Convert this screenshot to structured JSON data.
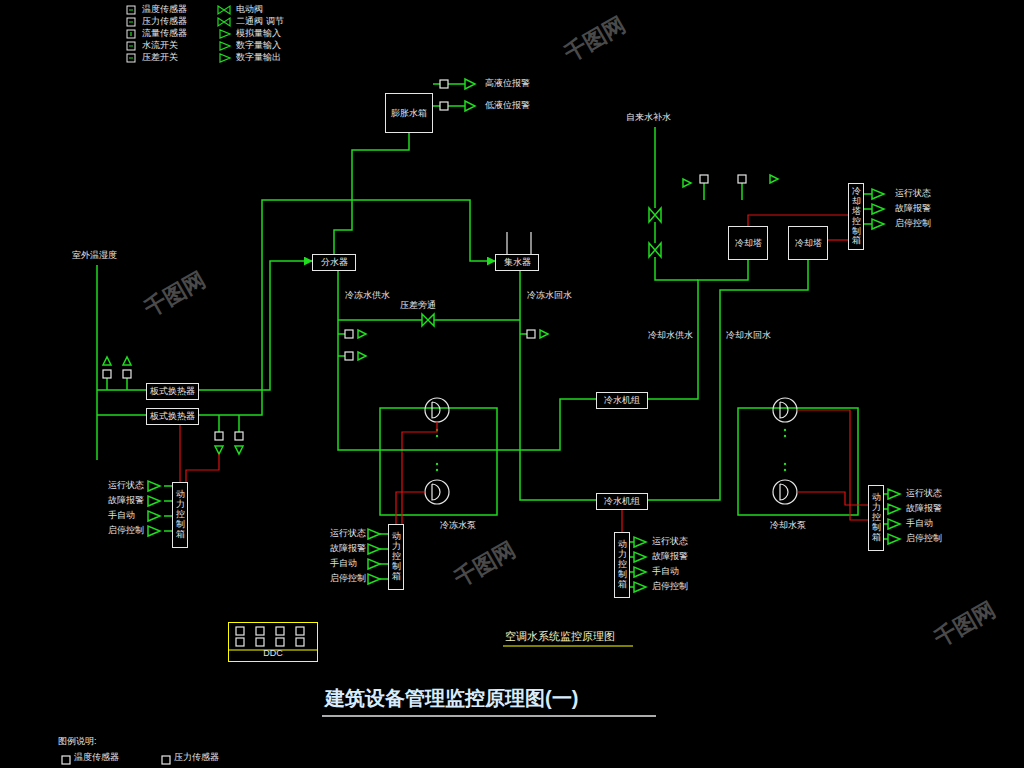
{
  "diagram": {
    "title": "建筑设备管理监控原理图(一)",
    "caption": "空调水系统监控原理图",
    "nodes": [
      {
        "text": [
          "膨胀水箱"
        ]
      },
      {
        "text": [
          "分水器"
        ]
      },
      {
        "text": [
          "集水器"
        ]
      },
      {
        "text": [
          "板式换热器"
        ]
      },
      {
        "text": [
          "板式换热器"
        ]
      },
      {
        "text": [
          "冷水机组"
        ]
      },
      {
        "text": [
          "冷水机组"
        ]
      },
      {
        "text": [
          "冷却塔"
        ]
      },
      {
        "text": [
          "冷却塔"
        ]
      },
      {
        "text": [
          "动力控制箱"
        ]
      },
      {
        "text": [
          "动力控制箱"
        ]
      },
      {
        "text": [
          "动力控制箱"
        ]
      },
      {
        "text": [
          "动力控制箱"
        ]
      },
      {
        "text": [
          "冷却塔控制箱"
        ]
      },
      {
        "text": [
          "DDC"
        ]
      }
    ],
    "edges": [
      {
        "from": 0,
        "to": 1,
        "arrow": "none"
      },
      {
        "from": 3,
        "to": 1,
        "arrow": "to"
      },
      {
        "from": 4,
        "to": 2,
        "arrow": "to"
      },
      {
        "from": 5,
        "to": 1,
        "arrow": "none"
      },
      {
        "from": 2,
        "to": 6,
        "arrow": "none"
      },
      {
        "from": 5,
        "to": 7,
        "arrow": "none"
      },
      {
        "from": 6,
        "to": 8,
        "arrow": "none"
      },
      {
        "from": 9,
        "to": 4,
        "arrow": "none"
      },
      {
        "from": 13,
        "to": 7,
        "arrow": "none"
      },
      {
        "from": 11,
        "to": 6,
        "arrow": "none"
      }
    ],
    "labels": [
      "室外温湿度",
      "冷冻水供水",
      "冷冻水回水",
      "压差旁通",
      "高液位报警",
      "低液位报警",
      "自来水补水",
      "冷却水供水",
      "冷却水回水",
      "冷冻水泵",
      "冷却水泵",
      "运行状态",
      "故障报警",
      "手自动",
      "启停控制",
      "运行状态",
      "故障报警",
      "手自动",
      "启停控制",
      "运行状态",
      "故障报警",
      "手自动",
      "启停控制",
      "运行状态",
      "故障报警",
      "手自动",
      "启停控制",
      "运行状态",
      "故障报警",
      "启停控制",
      "图例说明:",
      "温度传感器",
      "压力传感器",
      "千图网",
      "千图网",
      "千图网",
      "千图网"
    ],
    "legend": [
      {
        "text": "温度传感器"
      },
      {
        "text": "压力传感器"
      },
      {
        "text": "流量传感器"
      },
      {
        "text": "水流开关"
      },
      {
        "text": "压差开关"
      },
      {
        "text": "电动阀"
      },
      {
        "text": "二通阀 调节"
      },
      {
        "text": "模拟量输入"
      },
      {
        "text": "数字量输入"
      },
      {
        "text": "数字量输出"
      }
    ]
  }
}
